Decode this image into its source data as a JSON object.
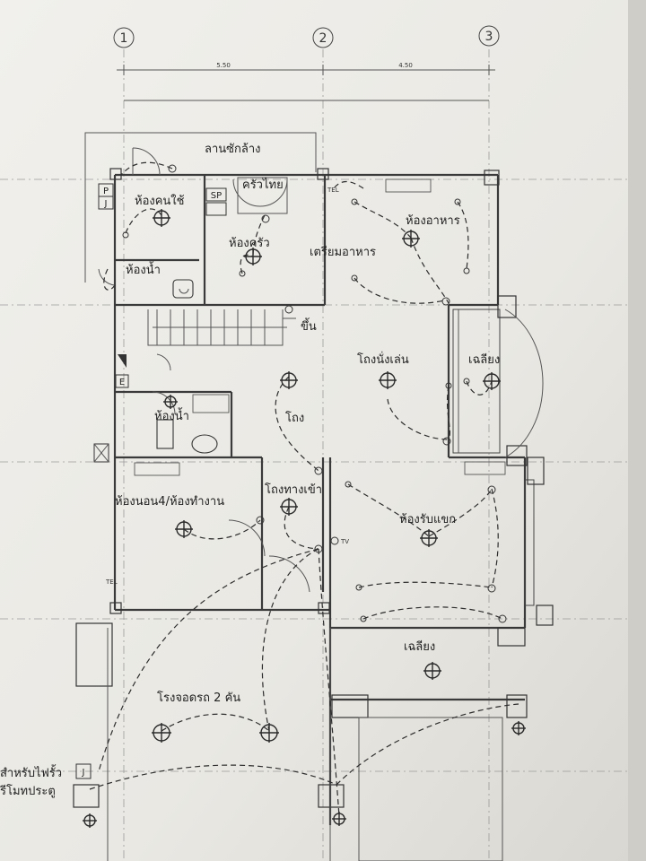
{
  "grid_labels": [
    "1",
    "2",
    "3"
  ],
  "dimensions": [
    "5.50",
    "4.50"
  ],
  "rooms": {
    "laundry": "ลานซักล้าง",
    "maid_room": "ห้องคนใช้",
    "thai_kitchen": "ครัวไทย",
    "kitchen": "ห้องครัว",
    "prep": "เตรียมอาหาร",
    "dining": "ห้องอาหาร",
    "toilet_1": "ห้องน้ำ",
    "up": "ขึ้น",
    "living": "โถงนั่งเล่น",
    "terrace_1": "เฉลียง",
    "hall": "โถง",
    "toilet_2": "ห้องน้ำ",
    "entry_hall": "โถงทางเข้า",
    "bedroom4": "ห้องนอน4/ห้องทำงาน",
    "guest": "ห้องรับแขก",
    "terrace_2": "เฉลียง",
    "garage": "โรงจอดรถ 2 คัน",
    "remote_1": "สำหรับไฟรั้ว",
    "remote_2": "รีโมทประตู"
  },
  "labels": {
    "p": "P",
    "j": "J",
    "sp": "SP",
    "e": "E",
    "tel": "TEL",
    "tv": "TV",
    "j2": "J"
  },
  "colors": {
    "paper": "#eeede8",
    "ink": "#2a2a2a"
  }
}
